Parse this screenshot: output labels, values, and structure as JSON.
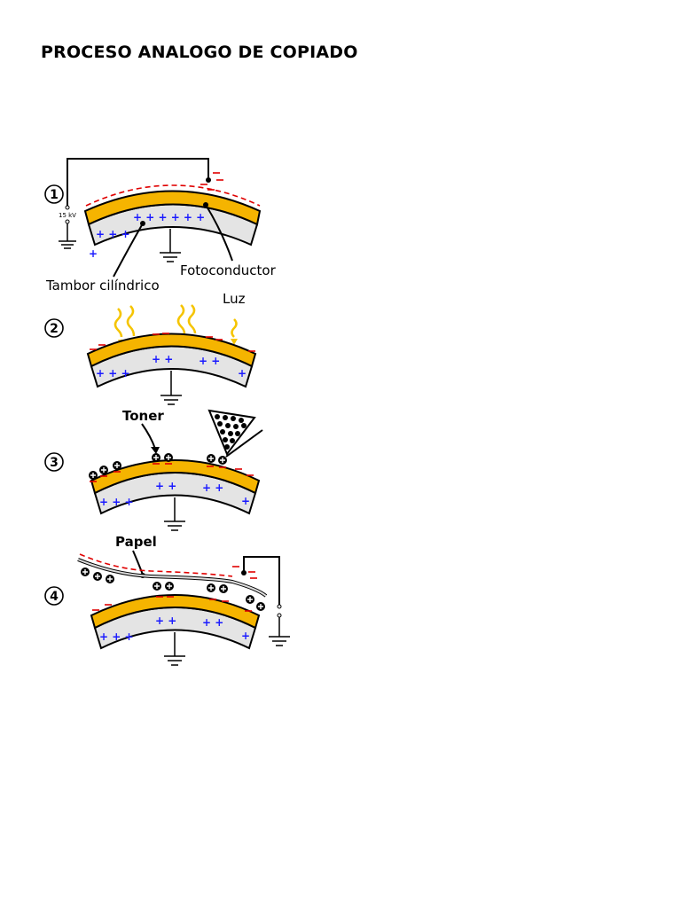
{
  "title": "PROCESO ANALOGO DE COPIADO",
  "steps": [
    {
      "number": "1"
    },
    {
      "number": "2"
    },
    {
      "number": "3"
    },
    {
      "number": "4"
    }
  ],
  "labels": {
    "voltage": "15 kV",
    "drum": "Tambor cilíndrico",
    "photoconductor": "Fotoconductor",
    "light": "Luz",
    "toner": "Toner",
    "paper": "Papel"
  },
  "colors": {
    "photoconductor": "#f5b400",
    "drum": "#e4e4e4",
    "positive_charge": "#1a1aff",
    "negative_charge": "#e00000",
    "light": "#f5c400"
  }
}
